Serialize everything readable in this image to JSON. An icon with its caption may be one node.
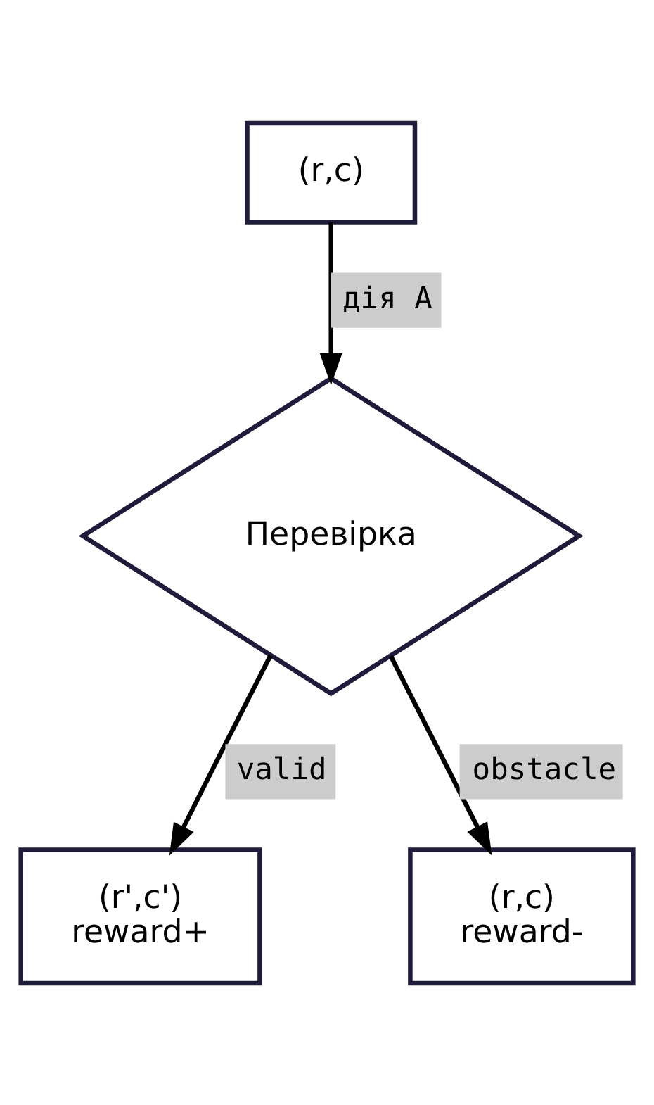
{
  "diagram": {
    "nodes": [
      {
        "text": [
          "(r,c)"
        ]
      },
      {
        "text": [
          "Перевірка"
        ]
      },
      {
        "text": [
          "(r',c')",
          "reward+"
        ]
      },
      {
        "text": [
          "(r,c)",
          "reward-"
        ]
      }
    ],
    "edges": [
      {
        "from": 0,
        "to": 1,
        "arrow": "to",
        "label": "дія A"
      },
      {
        "from": 1,
        "to": 2,
        "arrow": "to",
        "label": "valid"
      },
      {
        "from": 1,
        "to": 3,
        "arrow": "to",
        "label": "obstacle"
      }
    ]
  }
}
